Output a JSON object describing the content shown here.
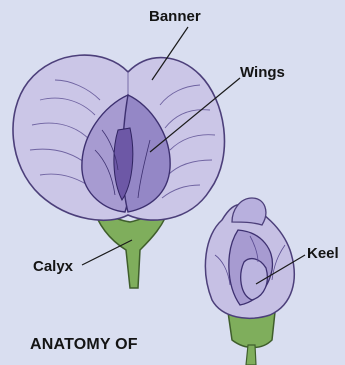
{
  "labels": {
    "banner": "Banner",
    "wings": "Wings",
    "calyx": "Calyx",
    "keel": "Keel",
    "title": "ANATOMY OF"
  },
  "colors": {
    "background": "#d9def0",
    "petal_light": "#c9c4e6",
    "petal_mid": "#a79bd1",
    "petal_dark": "#7b67b0",
    "calyx_green": "#7fae5c"
  }
}
